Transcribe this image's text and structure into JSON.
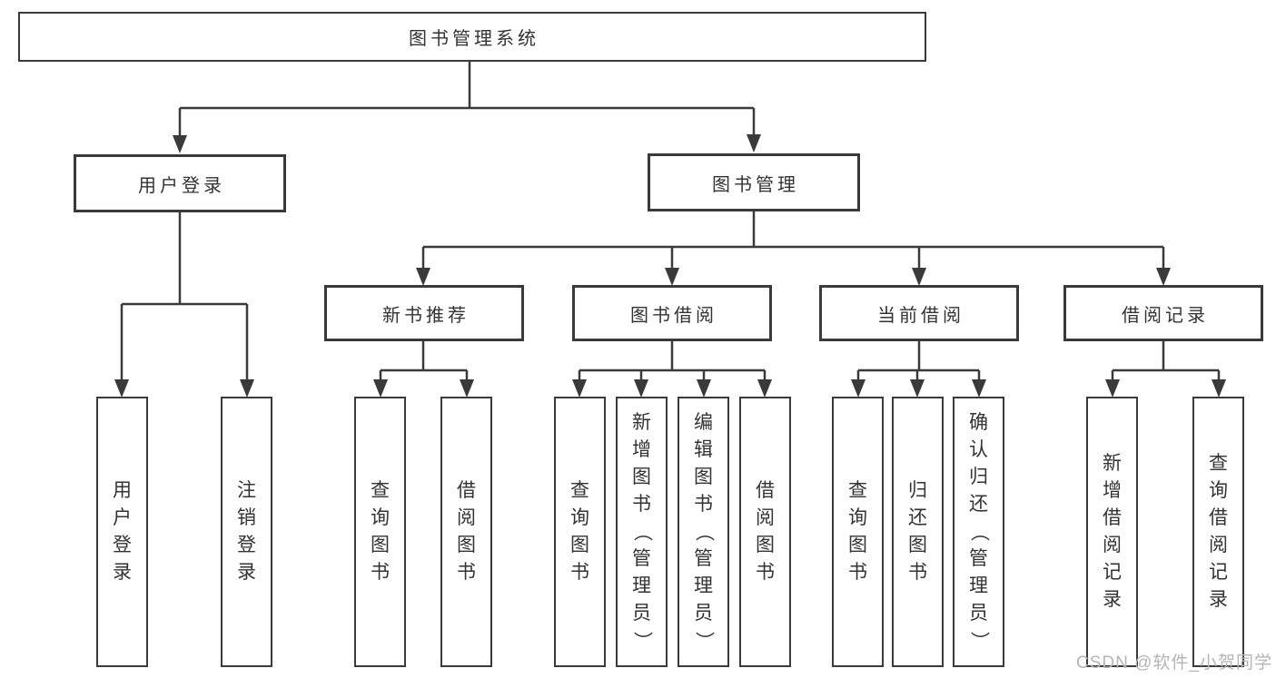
{
  "tree": {
    "root": {
      "label": "图书管理系统"
    },
    "user_login": {
      "label": "用户登录",
      "children": [
        {
          "label": "用户登录"
        },
        {
          "label": "注销登录"
        }
      ]
    },
    "book_mgmt": {
      "label": "图书管理",
      "sections": [
        {
          "label": "新书推荐",
          "children": [
            {
              "label": "查询图书"
            },
            {
              "label": "借阅图书"
            }
          ]
        },
        {
          "label": "图书借阅",
          "children": [
            {
              "label": "查询图书"
            },
            {
              "label": "新增图书（管理员）"
            },
            {
              "label": "编辑图书（管理员）"
            },
            {
              "label": "借阅图书"
            }
          ]
        },
        {
          "label": "当前借阅",
          "children": [
            {
              "label": "查询图书"
            },
            {
              "label": "归还图书"
            },
            {
              "label": "确认归还（管理员）"
            }
          ]
        },
        {
          "label": "借阅记录",
          "children": [
            {
              "label": "新增借阅记录"
            },
            {
              "label": "查询借阅记录"
            }
          ]
        }
      ]
    }
  },
  "watermark": "CSDN @软件_小贺同学",
  "colors": {
    "line": "#3a3a3a",
    "text": "#333333",
    "background": "#ffffff",
    "watermark": "#b5b5b5"
  }
}
